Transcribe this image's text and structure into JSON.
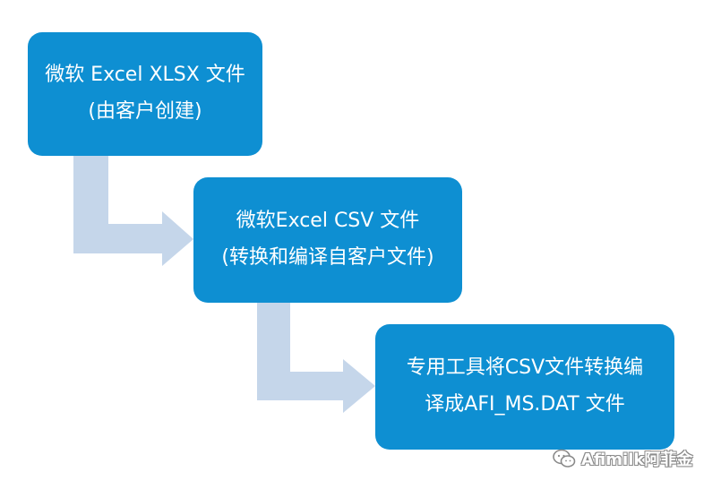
{
  "diagram": {
    "colors": {
      "box_fill": "#0e8fd2",
      "box_text": "#ffffff",
      "arrow_fill": "#c5d6ea"
    },
    "steps": [
      {
        "line1": "微软 Excel XLSX 文件",
        "line2": "(由客户创建)"
      },
      {
        "line1": "微软Excel CSV 文件",
        "line2": "(转换和编译自客户文件)"
      },
      {
        "line1": "专用工具将CSV文件转换编",
        "line2": "译成AFI_MS.DAT 文件"
      }
    ]
  },
  "watermark": {
    "text": "Afimilk阿菲金",
    "icon": "wechat-icon"
  }
}
